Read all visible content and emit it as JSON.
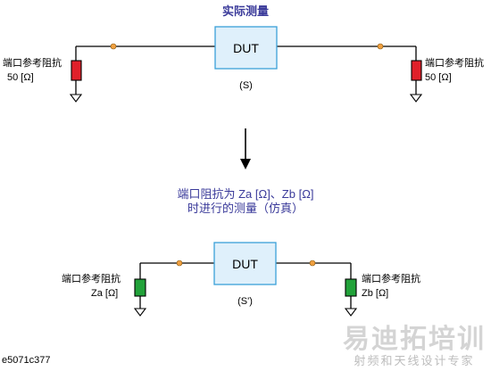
{
  "top": {
    "title": "实际测量",
    "dut_label": "DUT",
    "param_label": "(S)",
    "left_port": {
      "name": "端口参考阻抗",
      "value": "50 [Ω]"
    },
    "right_port": {
      "name": "端口参考阻抗",
      "value": "50 [Ω]"
    }
  },
  "middle": {
    "line1": "端口阻抗为 Za [Ω]、Zb [Ω]",
    "line2": "时进行的测量（仿真）"
  },
  "bottom": {
    "dut_label": "DUT",
    "param_label": "(S')",
    "left_port": {
      "name": "端口参考阻抗",
      "value": "Za [Ω]"
    },
    "right_port": {
      "name": "端口参考阻抗",
      "value": "Zb [Ω]"
    }
  },
  "figure_id": "e5071c377",
  "watermark": {
    "main": "易迪拓培训",
    "sub": "射频和天线设计专家"
  },
  "colors": {
    "dut_fill": "#dff0fb",
    "dut_border": "#3aa0d8",
    "port_real": "#e0202a",
    "port_sim": "#22a23a",
    "node": "#f0a040",
    "text_blue": "#3a3a9a"
  }
}
